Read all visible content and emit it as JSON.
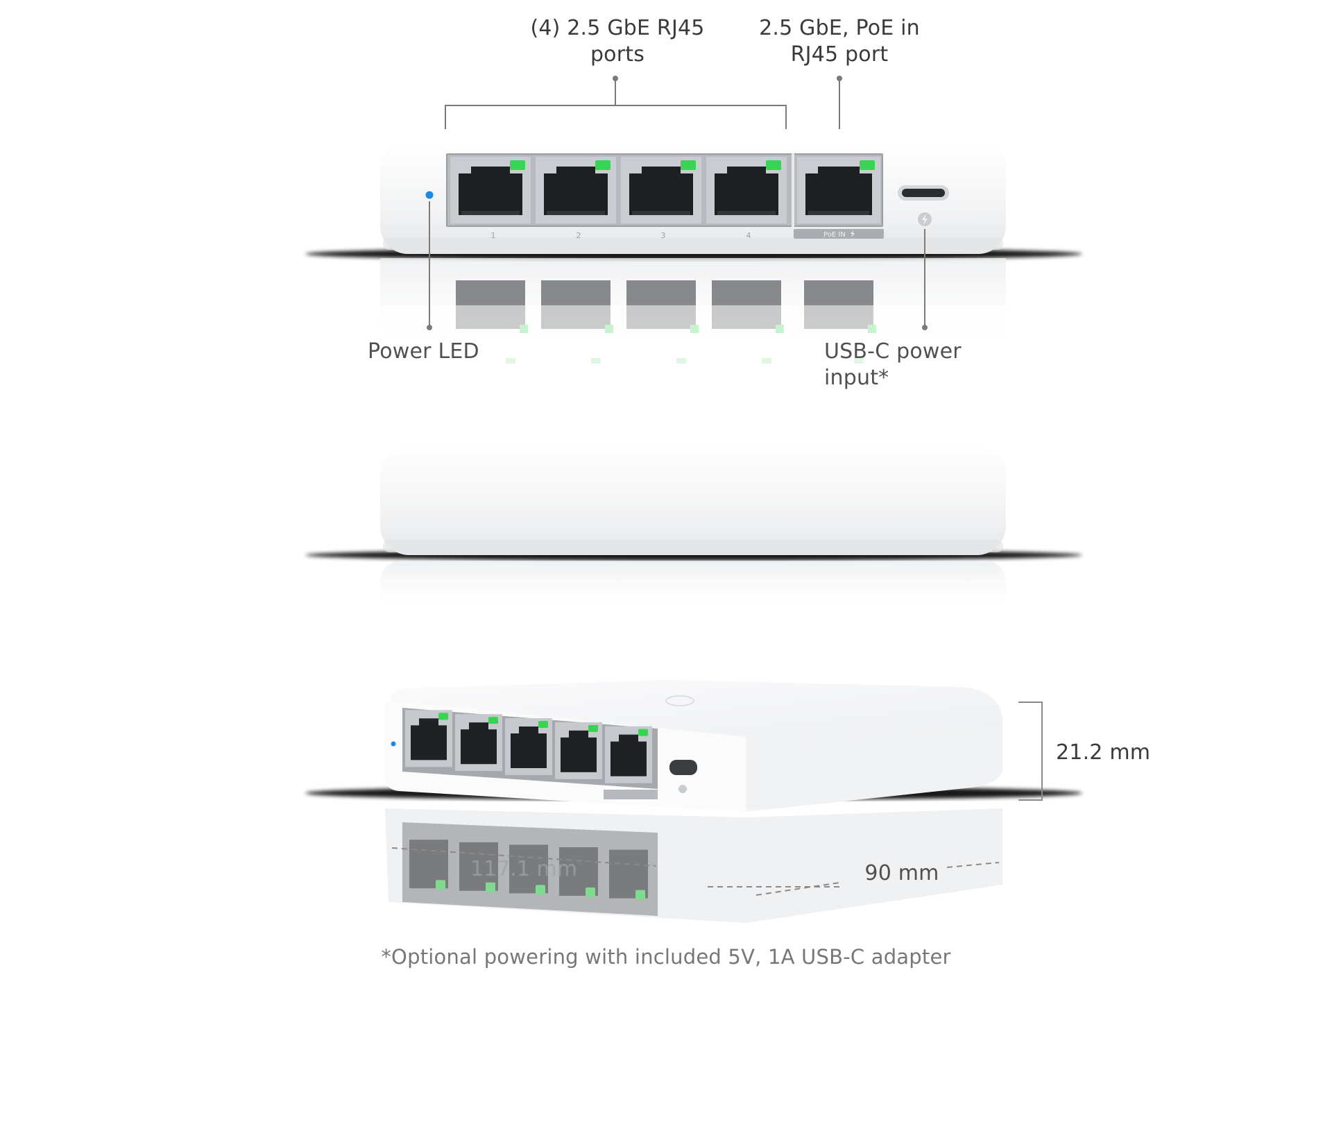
{
  "callouts": {
    "lan_ports": "(4) 2.5 GbE RJ45 ports",
    "poe_port": "2.5 GbE, PoE in RJ45 port",
    "power_led": "Power LED",
    "usb_c": "USB-C power input*"
  },
  "port_numbers": [
    "1",
    "2",
    "3",
    "4"
  ],
  "poe_in_tag": "PoE IN",
  "dimensions": {
    "height": "21.2 mm",
    "width": "117.1 mm",
    "depth": "90 mm"
  },
  "footnote": "*Optional powering with included 5V, 1A USB-C adapter",
  "colors": {
    "port_led": "#39d353",
    "power_led": "#1e88e5",
    "body": "#f4f5f6",
    "label": "#505050"
  },
  "icons": [
    "lightning-icon"
  ]
}
